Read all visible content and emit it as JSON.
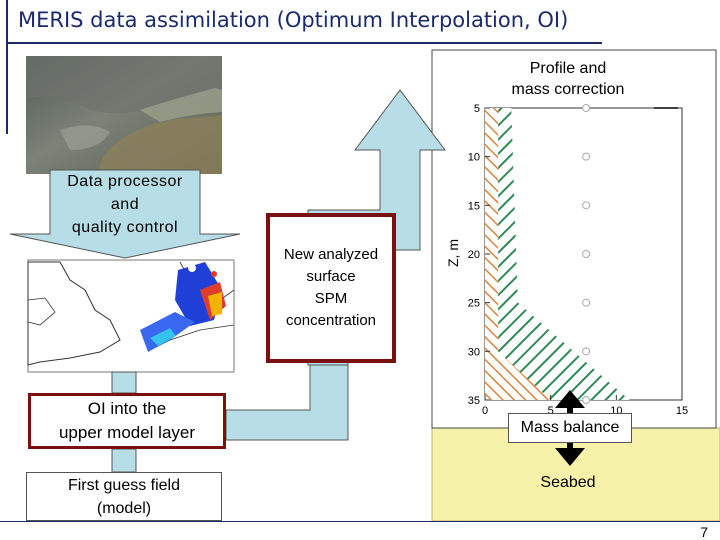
{
  "title": "MERIS data assimilation (Optimum Interpolation, OI)",
  "labels": {
    "processor": "Data processor\nand\nquality control",
    "new_analyzed": "New analyzed\nsurface\nSPM\nconcentration",
    "oi": "OI into the\nupper model layer",
    "first_guess": "First guess field\n(model)",
    "profile": "Profile and\nmass correction",
    "mass_balance": "Mass balance",
    "seabed": "Seabed"
  },
  "page_number": "7",
  "colors": {
    "accent_navy": "#1a2a6c",
    "arrow_fill": "#b7dde6",
    "box_border": "#7a1010",
    "seabed_fill": "#f7f2aa",
    "hatch_orange": "#d9853b",
    "hatch_green": "#2e8b57"
  },
  "chart_data": {
    "type": "area",
    "ylabel": "Z, m",
    "xlim": [
      0,
      15
    ],
    "ylim": [
      35,
      5
    ],
    "x_ticks": [
      0,
      5,
      10,
      15
    ],
    "y_ticks": [
      5,
      10,
      15,
      20,
      25,
      30,
      35
    ],
    "series": [
      {
        "depth": [
          5,
          30,
          35
        ],
        "values": [
          1,
          1,
          5
        ]
      },
      {
        "depth": [
          5,
          25,
          35
        ],
        "values": [
          2,
          2.5,
          11
        ]
      }
    ],
    "marker_depths": [
      5,
      10,
      15,
      20,
      25,
      30,
      35
    ],
    "marker_value": 7.7
  }
}
